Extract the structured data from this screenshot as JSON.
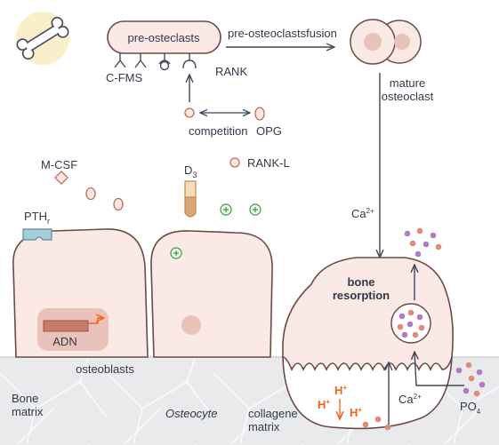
{
  "labels": {
    "pre_osteoclasts": "pre-osteclasts",
    "fusion": "pre-osteoclastsfusion",
    "mature_line1": "mature",
    "mature_line2": "osteoclast",
    "cfms": "C-FMS",
    "rank": "RANK",
    "competition": "competition",
    "opg": "OPG",
    "mcsf": "M-CSF",
    "rankl": "RANK-L",
    "d3_base": "D",
    "d3_sub": "3",
    "pthr_base": "PTH",
    "pthr_sub": "r",
    "adn": "ADN",
    "ca_top_base": "Ca",
    "ca_top_sup": "2+",
    "bone_res_line1": "bone",
    "bone_res_line2": "resorption",
    "osteoblasts": "osteoblasts",
    "bone_matrix_line1": "Bone",
    "bone_matrix_line2": "matrix",
    "osteocyte": "Osteocyte",
    "collagene_line1": "collagene",
    "collagene_line2": "matrix",
    "h_base": "H",
    "h_sup": "+",
    "ca_bottom_base": "Ca",
    "ca_bottom_sup": "2+",
    "po4_base": "PO",
    "po4_sub": "4"
  },
  "colors": {
    "cell_fill": "#fbe9e6",
    "cell_stroke": "#6b4a46",
    "nucleus": "#e9c2ba",
    "adn_fill": "#c97a6b",
    "arrow_orange": "#f2641e",
    "plus_green": "#3d9a3d",
    "phosphate_purple": "#b07cc6",
    "calcium_pink": "#e08b7a",
    "receptor_blue": "#a6cdd9",
    "bone_bg": "#e9eaec",
    "bone_line": "#f7f8f9",
    "arrow_gray": "#3d4457"
  },
  "icons": [
    "bone-icon",
    "d3-vitamin-icon",
    "pth-receptor-icon",
    "plus-icon",
    "rank-l-ligand-icon",
    "m-csf-diamond-icon"
  ]
}
